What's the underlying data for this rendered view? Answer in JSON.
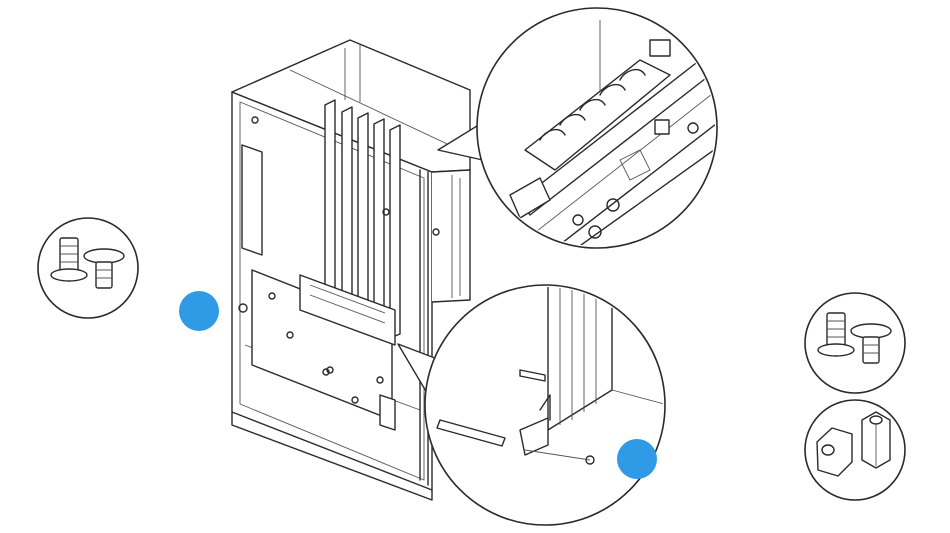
{
  "figure": {
    "subject": "pc-case-gpu-riser-installation",
    "callouts": [
      {
        "role": "screw-callout",
        "color": "#2f9be6"
      },
      {
        "role": "screw-callout",
        "color": "#2f9be6"
      }
    ],
    "kits": [
      "screw-pair-icon",
      "screw-pair-icon",
      "standoff-pair-icon"
    ]
  }
}
